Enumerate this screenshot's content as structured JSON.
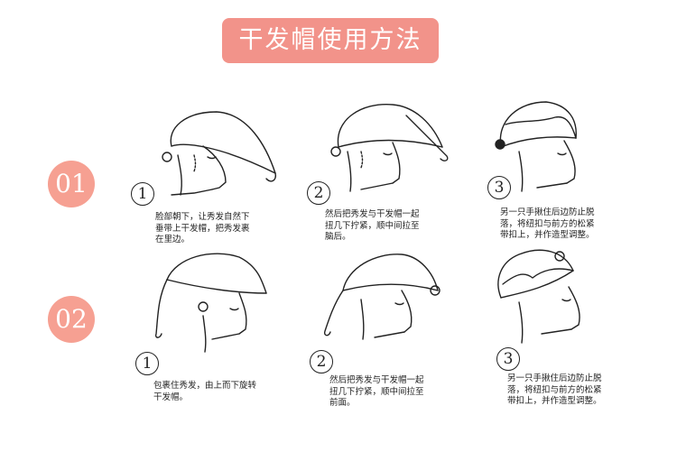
{
  "title": "干发帽使用方法",
  "rows": [
    {
      "badge": "01",
      "steps": [
        {
          "num": "1",
          "caption": "脸部朝下，让秀发自然下\n垂带上干发帽，把秀发裹\n在里边。"
        },
        {
          "num": "2",
          "caption": "然后把秀发与干发帽一起\n扭几下拧紧，顺中间拉至\n脑后。"
        },
        {
          "num": "3",
          "caption": "另一只手揪住后边防止脱\n落，将纽扣与前方的松紧\n带扣上，并作造型调整。"
        }
      ]
    },
    {
      "badge": "02",
      "steps": [
        {
          "num": "1",
          "caption": "包裹住秀发，由上而下旋转\n干发帽。"
        },
        {
          "num": "2",
          "caption": "然后把秀发与干发帽一起\n扭几下拧紧，顺中间拉至\n前面。"
        },
        {
          "num": "3",
          "caption": "另一只手揪住后边防止脱\n落，将纽扣与前方的松紧\n带扣上，并作造型调整。"
        }
      ]
    }
  ]
}
